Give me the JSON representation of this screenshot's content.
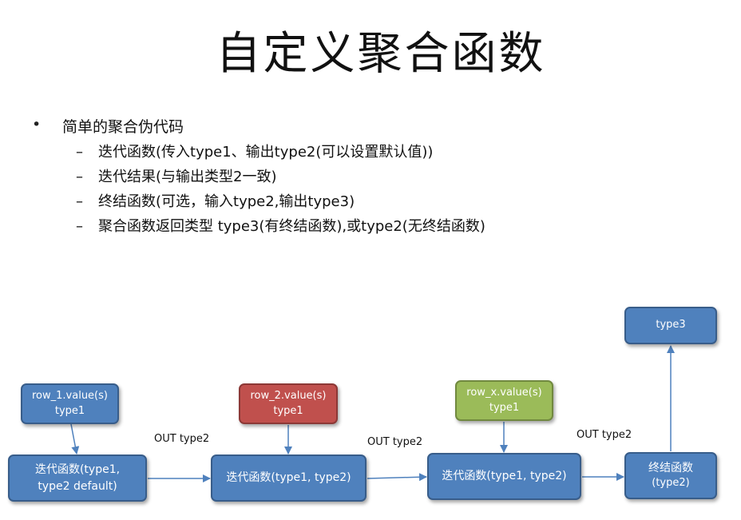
{
  "title": "自定义聚合函数",
  "bullet": {
    "marker": "•",
    "text": "简单的聚合伪代码",
    "items": [
      {
        "dash": "–",
        "text": "迭代函数(传入type1、输出type2(可以设置默认值))"
      },
      {
        "dash": "–",
        "text": "迭代结果(与输出类型2一致)"
      },
      {
        "dash": "–",
        "text": "终结函数(可选，输入type2,输出type3)"
      },
      {
        "dash": "–",
        "text": "聚合函数返回类型 type3(有终结函数),或type2(无终结函数)"
      }
    ]
  },
  "diagram": {
    "inputs": [
      {
        "line1": "row_1.value(s)",
        "line2": "type1"
      },
      {
        "line1": "row_2.value(s)",
        "line2": "type1"
      },
      {
        "line1": "row_x.value(s)",
        "line2": "type1"
      }
    ],
    "iterators": [
      {
        "line1": "迭代函数(type1,",
        "line2": "type2 default)"
      },
      {
        "line1": "迭代函数(type1, type2)"
      },
      {
        "line1": "迭代函数(type1, type2)"
      }
    ],
    "finalizer": {
      "line1": "终结函数",
      "line2": "(type2)"
    },
    "output": {
      "line1": "type3"
    },
    "edge_labels": [
      "OUT type2",
      "OUT type2",
      "OUT type2"
    ],
    "colors": {
      "blue": "#4f81bd",
      "red": "#c0504d",
      "green": "#9bbb59",
      "arrow": "#4f81bd"
    }
  }
}
